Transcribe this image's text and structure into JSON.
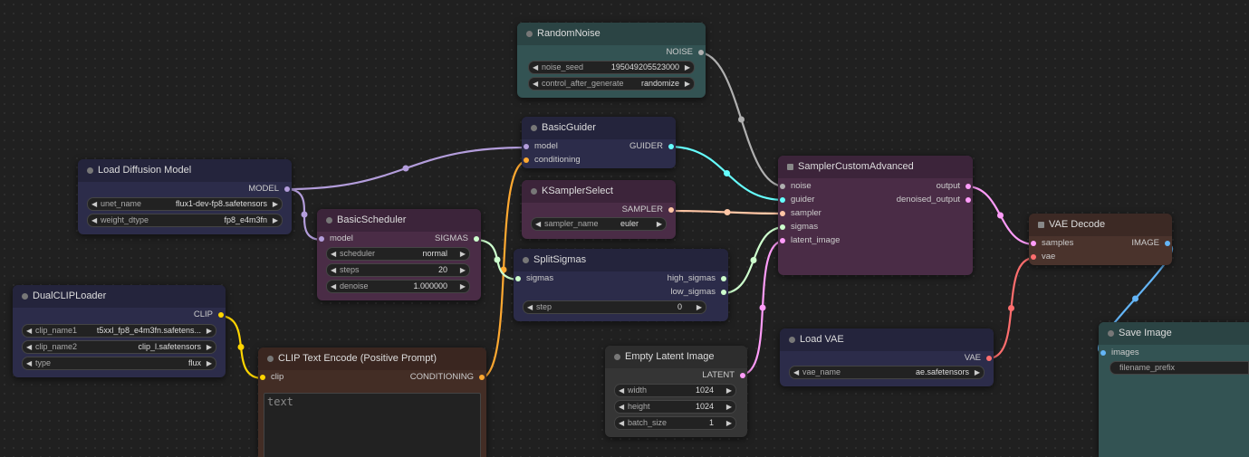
{
  "colors": {
    "model": "#b39ddb",
    "clip": "#ffd500",
    "conditioning": "#ffa931",
    "vae": "#ff6e6e",
    "latent": "#ff9cf9",
    "image": "#64b5f6",
    "noise": "#b0b0b0",
    "guider": "#66ffff",
    "sampler": "#ffc6a5",
    "sigmas": "#cdffcd"
  },
  "nodes": {
    "random_noise": {
      "title": "RandomNoise",
      "out_noise": "NOISE",
      "w_seed_label": "noise_seed",
      "w_seed_value": "195049205523000",
      "w_control_label": "control_after_generate",
      "w_control_value": "randomize"
    },
    "basic_guider": {
      "title": "BasicGuider",
      "in_model": "model",
      "in_conditioning": "conditioning",
      "out_guider": "GUIDER"
    },
    "ksampler_select": {
      "title": "KSamplerSelect",
      "out_sampler": "SAMPLER",
      "w_sampler_label": "sampler_name",
      "w_sampler_value": "euler"
    },
    "sampler_custom": {
      "title": "SamplerCustomAdvanced",
      "in_noise": "noise",
      "in_guider": "guider",
      "in_sampler": "sampler",
      "in_sigmas": "sigmas",
      "in_latent": "latent_image",
      "out_output": "output",
      "out_denoised": "denoised_output"
    },
    "vae_decode": {
      "title": "VAE Decode",
      "in_samples": "samples",
      "in_vae": "vae",
      "out_image": "IMAGE"
    },
    "load_diffusion": {
      "title": "Load Diffusion Model",
      "out_model": "MODEL",
      "w_unet_label": "unet_name",
      "w_unet_value": "flux1-dev-fp8.safetensors",
      "w_dtype_label": "weight_dtype",
      "w_dtype_value": "fp8_e4m3fn"
    },
    "basic_scheduler": {
      "title": "BasicScheduler",
      "in_model": "model",
      "out_sigmas": "SIGMAS",
      "w_sched_label": "scheduler",
      "w_sched_value": "normal",
      "w_steps_label": "steps",
      "w_steps_value": "20",
      "w_denoise_label": "denoise",
      "w_denoise_value": "1.000000"
    },
    "split_sigmas": {
      "title": "SplitSigmas",
      "in_sigmas": "sigmas",
      "out_high": "high_sigmas",
      "out_low": "low_sigmas",
      "w_step_label": "step",
      "w_step_value": "0"
    },
    "dual_clip": {
      "title": "DualCLIPLoader",
      "out_clip": "CLIP",
      "w_clip1_label": "clip_name1",
      "w_clip1_value": "t5xxl_fp8_e4m3fn.safetens...",
      "w_clip2_label": "clip_name2",
      "w_clip2_value": "clip_l.safetensors",
      "w_type_label": "type",
      "w_type_value": "flux"
    },
    "clip_text": {
      "title": "CLIP Text Encode (Positive Prompt)",
      "in_clip": "clip",
      "out_conditioning": "CONDITIONING",
      "text_placeholder": "text"
    },
    "empty_latent": {
      "title": "Empty Latent Image",
      "out_latent": "LATENT",
      "w_width_label": "width",
      "w_width_value": "1024",
      "w_height_label": "height",
      "w_height_value": "1024",
      "w_batch_label": "batch_size",
      "w_batch_value": "1"
    },
    "load_vae": {
      "title": "Load VAE",
      "out_vae": "VAE",
      "w_vae_label": "vae_name",
      "w_vae_value": "ae.safetensors"
    },
    "save_image": {
      "title": "Save Image",
      "in_images": "images",
      "w_prefix_label": "filename_prefix"
    }
  },
  "icons": {
    "arrow_left": "◀",
    "arrow_right": "▶"
  }
}
